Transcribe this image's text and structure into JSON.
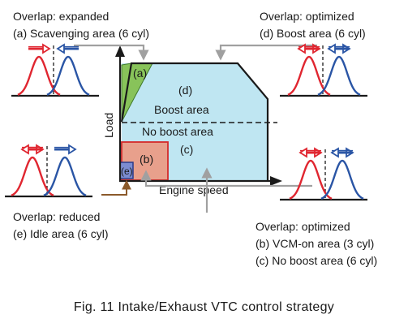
{
  "labels": {
    "tl_title": "Overlap: expanded",
    "tl_sub": "(a) Scavenging area (6 cyl)",
    "tr_title": "Overlap: optimized",
    "tr_sub": "(d) Boost area (6 cyl)",
    "bl_title": "Overlap: reduced",
    "bl_sub": "(e) Idle area (6 cyl)",
    "br_title": "Overlap: optimized",
    "br_sub1": "(b) VCM-on area (3 cyl)",
    "br_sub2": "(c) No boost area (6 cyl)"
  },
  "diagram": {
    "y_axis_label": "Load",
    "x_axis_label": "Engine speed",
    "region_a": "(a)",
    "region_b": "(b)",
    "region_c": "(c)",
    "region_d": "(d)",
    "region_e": "(e)",
    "boost_area": "Boost area",
    "no_boost_area": "No boost area"
  },
  "caption": "Fig. 11    Intake/Exhaust VTC control strategy",
  "colors": {
    "exhaust_red": "#e02630",
    "intake_blue": "#2a55a5",
    "boost_fill": "#bfe6f2",
    "scavenging_green": "#88c35a",
    "vcm_red": "#e8a08c",
    "idle_blue": "#7c8cd0",
    "arrow_gray": "#a0a0a0",
    "arrow_brown": "#8b5a2b"
  }
}
